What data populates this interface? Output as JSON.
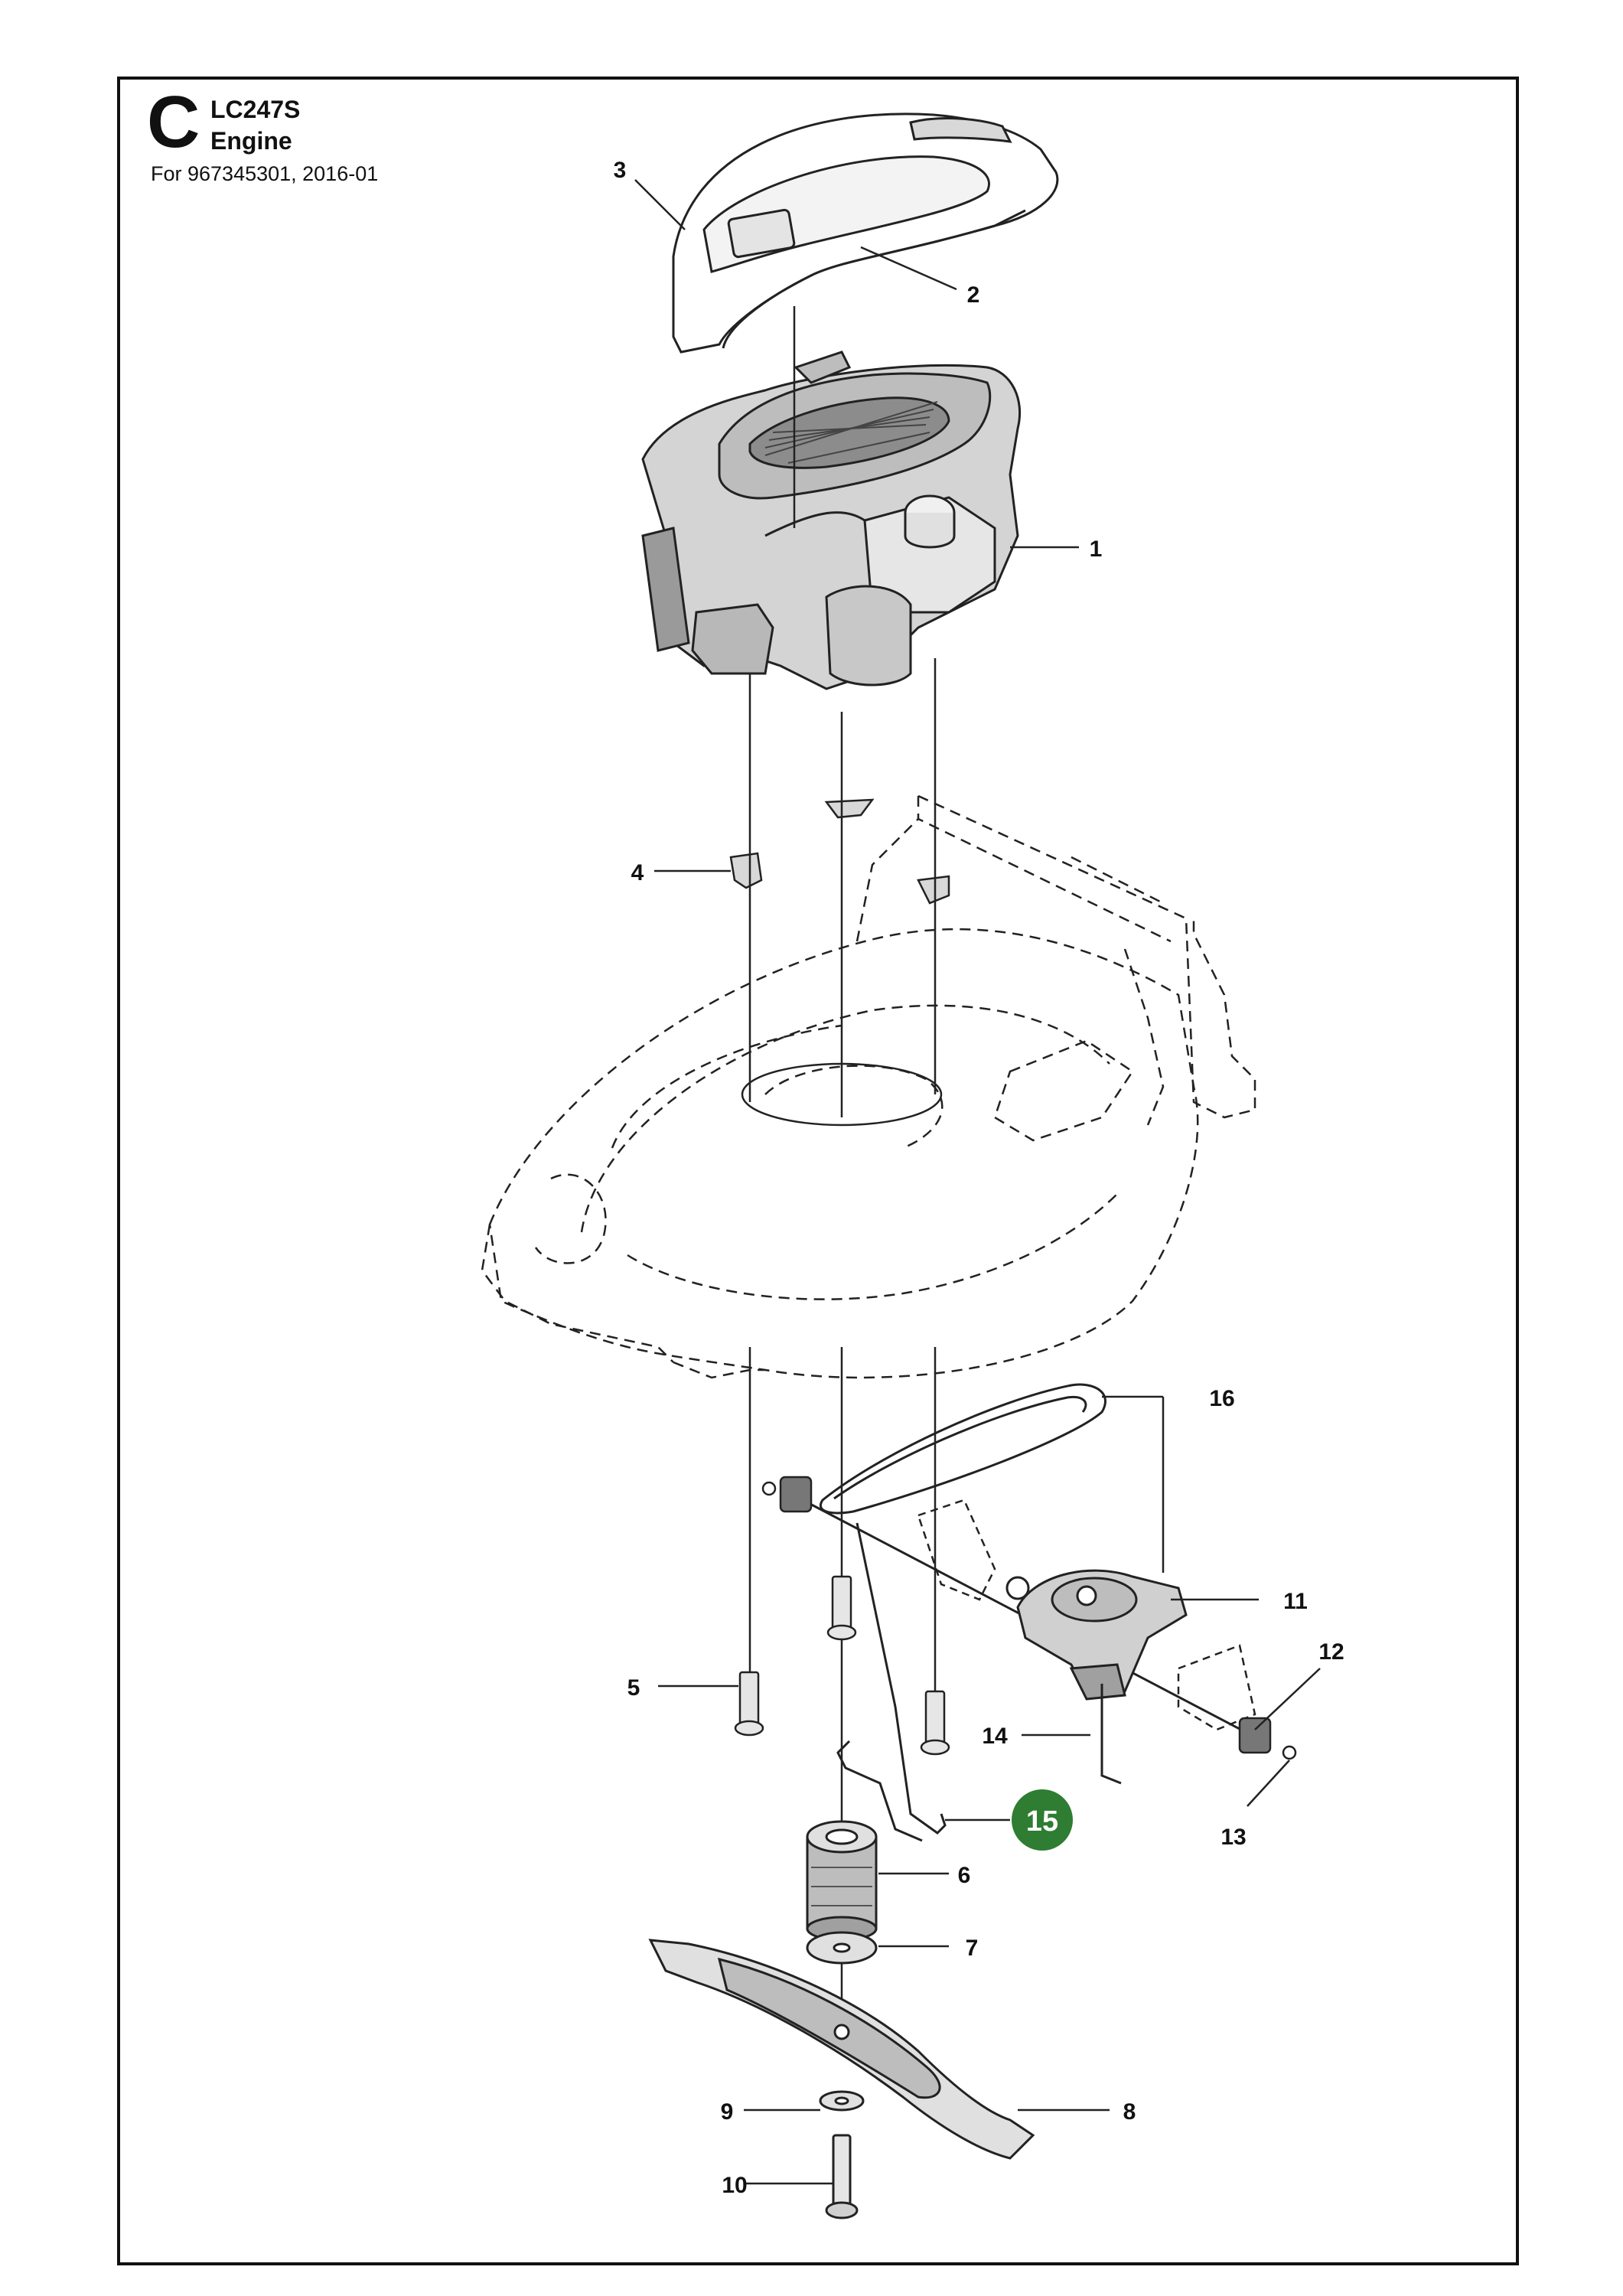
{
  "header": {
    "section_letter": "C",
    "model": "LC247S",
    "title": "Engine",
    "subtitle": "For 967345301, 2016-01"
  },
  "colors": {
    "highlight": "#2e7d32",
    "line": "#111111"
  },
  "callouts": [
    "1",
    "2",
    "3",
    "4",
    "5",
    "6",
    "7",
    "8",
    "9",
    "10",
    "11",
    "12",
    "13",
    "14",
    "15",
    "16"
  ],
  "highlighted_callout": "15"
}
